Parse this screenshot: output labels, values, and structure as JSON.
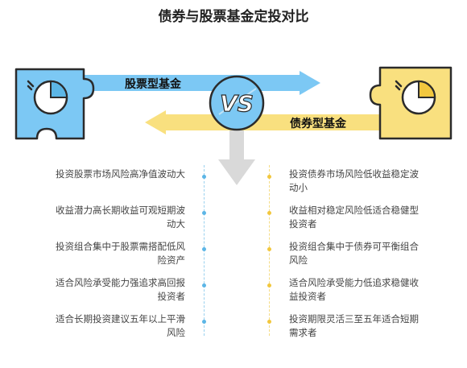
{
  "title": "债券与股票基金定投对比",
  "arrows": {
    "stock_label": "股票型基金",
    "bond_label": "债券型基金",
    "vs_text": "VS"
  },
  "colors": {
    "stock": "#7cc8f4",
    "stock_dark": "#5cb6e6",
    "bond": "#f9e07f",
    "bond_dark": "#f2c73e",
    "outline": "#2b2b2b"
  },
  "icons": {
    "left": "pie-chart-icon",
    "right": "pie-chart-icon",
    "center": "versus-icon"
  },
  "stock_items": [
    "投资股票市场风险高净值波动大",
    "收益潜力高长期收益可观短期波动大",
    "投资组合集中于股票需搭配低风险资产",
    "适合风险承受能力强追求高回报投资者",
    "适合长期投资建议五年以上平滑风险"
  ],
  "bond_items": [
    "投资债券市场风险低收益稳定波动小",
    "收益相对稳定风险低适合稳健型投资者",
    "投资组合集中于债券可平衡组合风险",
    "适合风险承受能力低追求稳健收益投资者",
    "投资期限灵活三至五年适合短期需求者"
  ]
}
